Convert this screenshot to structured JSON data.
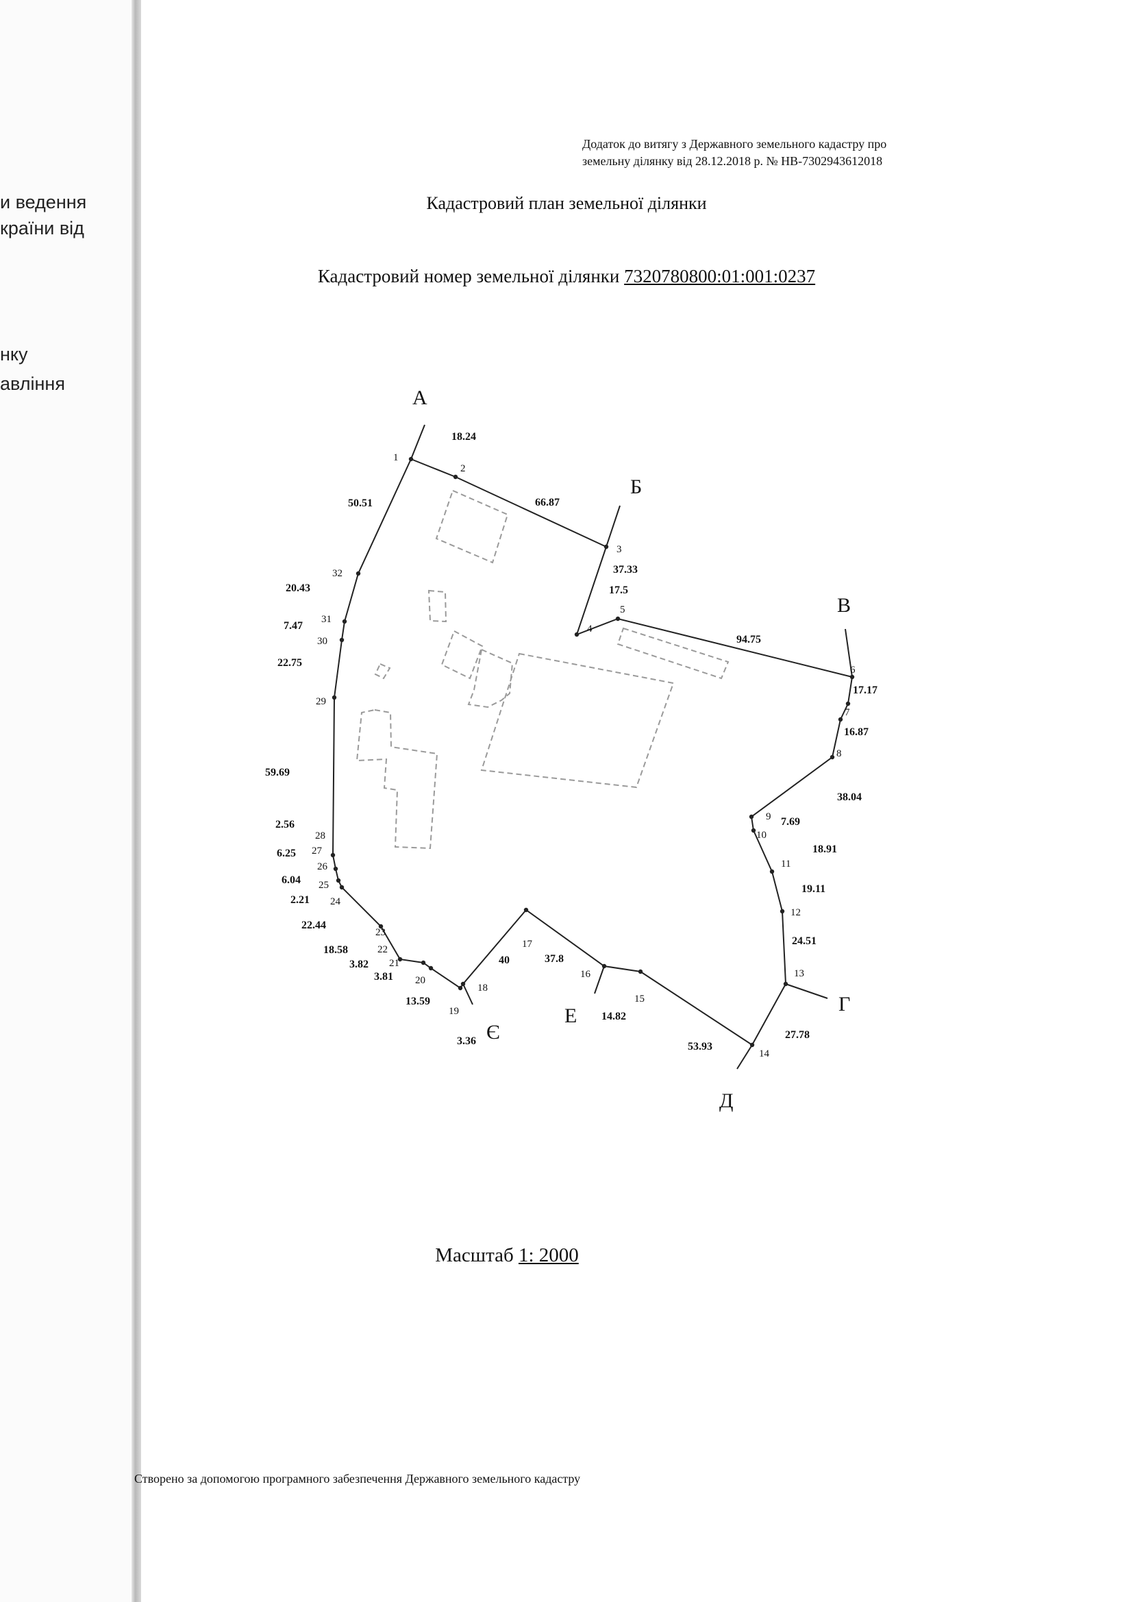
{
  "left_fragments": [
    "и ведення",
    "країни від",
    "нку",
    "авління"
  ],
  "addendum": {
    "line1": "Додаток до витягу з Державного земельного кадастру про",
    "line2": "земельну ділянку від 28.12.2018 р. № НВ-7302943612018"
  },
  "title": "Кадастровий план земельної ділянки",
  "cadastral": {
    "label": "Кадастровий номер земельної ділянки",
    "number": "7320780800:01:001:0237"
  },
  "plan": {
    "boundary_points": [
      "1",
      "2",
      "3",
      "4",
      "5",
      "6",
      "7",
      "8",
      "9",
      "10",
      "11",
      "12",
      "13",
      "14",
      "15",
      "16",
      "17",
      "18",
      "19",
      "20",
      "21",
      "22",
      "23",
      "24",
      "25",
      "26",
      "27",
      "28",
      "29",
      "30",
      "31",
      "32"
    ],
    "segment_lengths": [
      "18.24",
      "66.87",
      "37.33",
      "17.5",
      "94.75",
      "17.17",
      "16.87",
      "38.04",
      "7.69",
      "18.91",
      "19.11",
      "24.51",
      "27.78",
      "53.93",
      "14.82",
      "37.8",
      "40",
      "3.36",
      "13.59",
      "3.81",
      "3.82",
      "18.58",
      "22.44",
      "2.21",
      "6.04",
      "6.25",
      "2.56",
      "59.69",
      "22.75",
      "7.47",
      "20.43",
      "50.51"
    ],
    "neighbor_letters": [
      "А",
      "Б",
      "В",
      "Г",
      "Д",
      "Е",
      "Є"
    ]
  },
  "scale": {
    "label": "Масштаб",
    "value": "1: 2000"
  },
  "footer": "Створено за допомогою програмного забезпечення Державного земельного кадастру"
}
